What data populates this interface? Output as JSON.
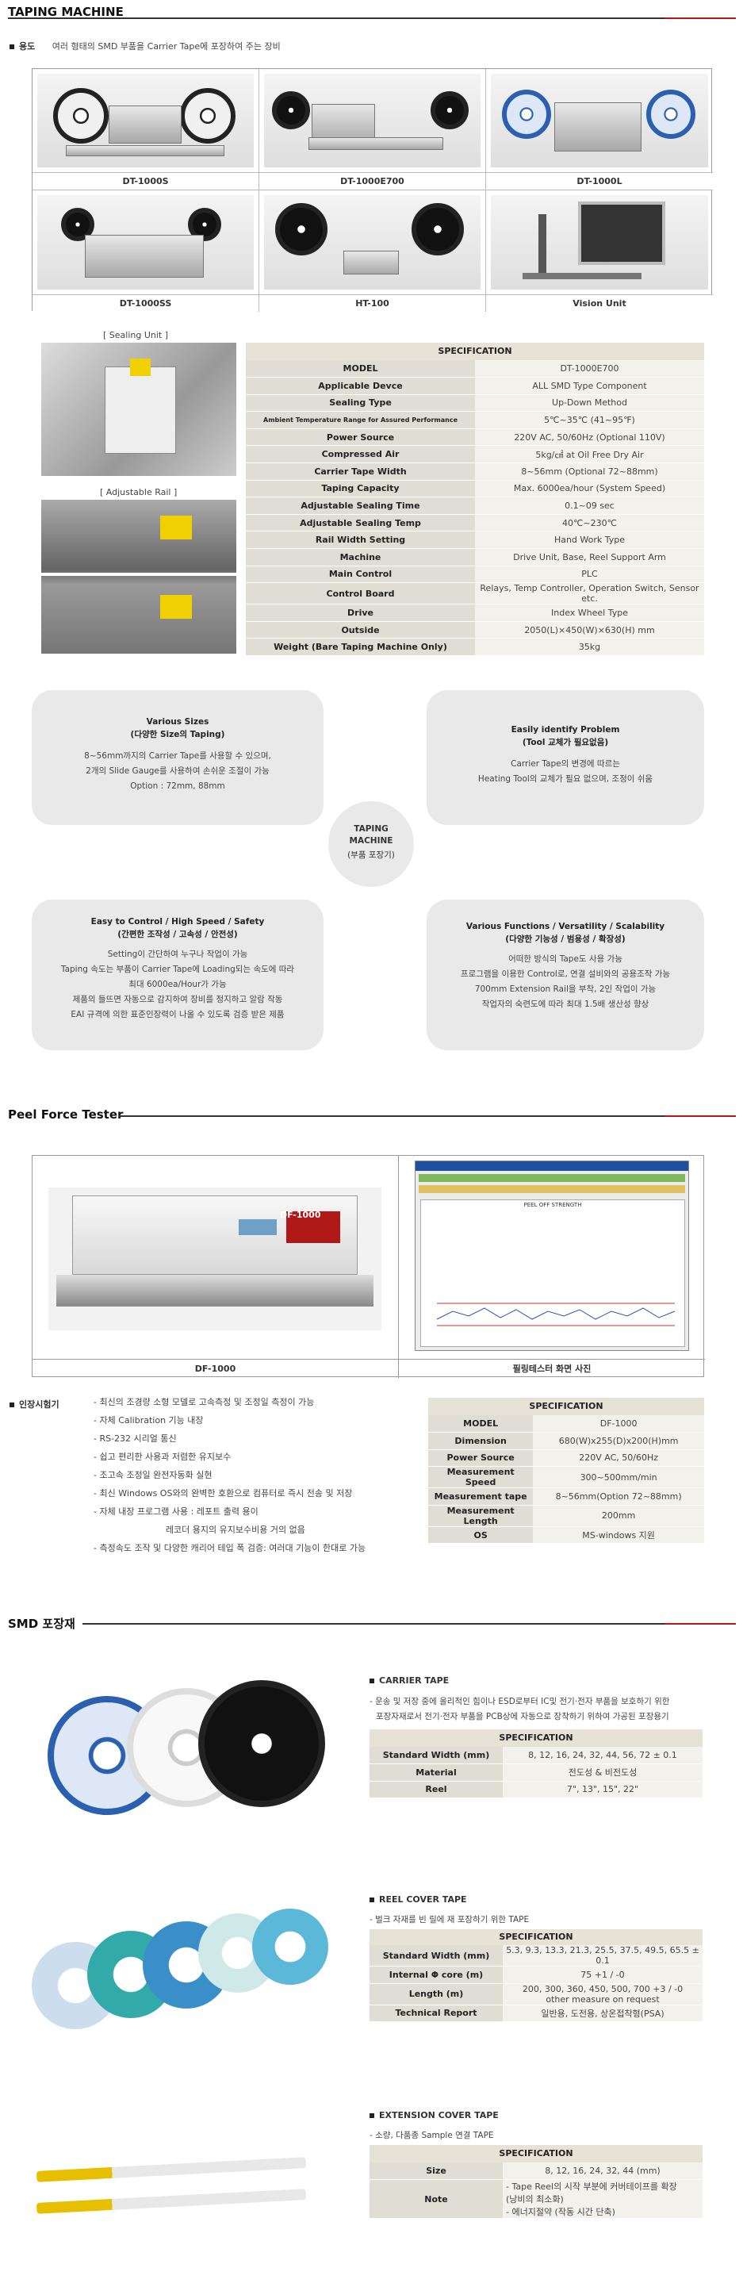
{
  "sections": {
    "taping_title": "TAPING MACHINE",
    "peel_title": "Peel Force Tester",
    "smd_title": "SMD 포장재"
  },
  "taping": {
    "usage_label": "용도",
    "usage_text": "여러 형태의 SMD 부품을 Carrier Tape에 포장하여 주는 장비",
    "models": [
      "DT-1000S",
      "DT-1000E700",
      "DT-1000L",
      "DT-1000SS",
      "HT-100",
      "Vision Unit"
    ],
    "sealing_unit_label": "[ Sealing Unit ]",
    "adjustable_rail_label": "[ Adjustable Rail ]",
    "spec_title": "SPECIFICATION",
    "spec_rows": [
      [
        "MODEL",
        "DT-1000E700"
      ],
      [
        "Applicable Devce",
        "ALL SMD Type Component"
      ],
      [
        "Sealing Type",
        "Up-Down Method"
      ],
      [
        "Ambient Temperature Range for Assured Performance",
        "5℃~35℃ (41~95℉)"
      ],
      [
        "Power Source",
        "220V AC, 50/60Hz (Optional 110V)"
      ],
      [
        "Compressed Air",
        "5kg/㎠ at Oil Free Dry Air"
      ],
      [
        "Carrier Tape Width",
        "8~56mm (Optional 72~88mm)"
      ],
      [
        "Taping Capacity",
        "Max. 6000ea/hour (System Speed)"
      ],
      [
        "Adjustable Sealing Time",
        "0.1~09 sec"
      ],
      [
        "Adjustable Sealing Temp",
        "40℃~230℃"
      ],
      [
        "Rail Width Setting",
        "Hand Work Type"
      ],
      [
        "Machine",
        "Drive Unit, Base, Reel Support Arm"
      ],
      [
        "Main Control",
        "PLC"
      ],
      [
        "Control Board",
        "Relays, Temp Controller, Operation Switch, Sensor etc."
      ],
      [
        "Drive",
        "Index Wheel Type"
      ],
      [
        "Outside",
        "2050(L)×450(W)×630(H) mm"
      ],
      [
        "Weight (Bare Taping Machine Only)",
        "35kg"
      ]
    ],
    "features": {
      "center": [
        "TAPING",
        "MACHINE",
        "(부품 포장기)"
      ],
      "tl": {
        "h": [
          "Various Sizes",
          "(다양한 Size의 Taping)"
        ],
        "t": [
          "8~56mm까지의 Carrier Tape를 사용할 수 있으며,",
          "2개의 Slide Gauge를 사용하여 손쉬운 조절이 가능",
          "Option : 72mm, 88mm"
        ]
      },
      "tr": {
        "h": [
          "Easily identify Problem",
          "(Tool 교체가 필요없음)"
        ],
        "t": [
          "Carrier Tape의 변경에 따르는",
          "Heating Tool의 교체가 필요 없으며,  조정이 쉬움"
        ]
      },
      "bl": {
        "h": [
          "Easy to Control / High Speed / Safety",
          "(간편한 조작성 / 고속성 / 안전성)"
        ],
        "t": [
          "Setting이 간단하여 누구나 작업이 가능",
          "Taping 속도는 부품이 Carrier Tape에 Loading되는 속도에 따라",
          "최대 6000ea/Hour가 가능",
          "제품의 들뜨면 자동으로 감지하여 장비를 정지하고 알람 작동",
          "EAI 규격에 의한 표준인장력이 나올 수 있도록 검증 받은 제품"
        ]
      },
      "br": {
        "h": [
          "Various Functions / Versatility / Scalability",
          "(다양한 기능성 / 범용성 / 확장성)"
        ],
        "t": [
          "어떠한 방식의 Tape도 사용 가능",
          "프로그램을 이용한 Control로, 연결 설비와의 공용조작 가능",
          "700mm Extension Rail을 부착, 2인 작업이 가능",
          "작업자의 숙련도에 따라 최대 1.5배 생산성 향상"
        ]
      }
    }
  },
  "peel": {
    "caption_left": "DF-1000",
    "caption_right": "필링테스터 화면 사진",
    "device_label": "DF-1000",
    "screen_title": "PEEL OFF STRENGTH",
    "cert_label": "인장시험기",
    "bullets": [
      "최신의 조경량 소형 모델로 고속측정 및 조정일 측정이 가능",
      "자체 Calibration 기능 내장",
      "RS-232 시리얼 통신",
      "쉽고 편리한 사용과 저렴한 유지보수",
      "조고속 조정일 완전자동화 실현",
      "최신 Windows OS와의 완벽한 호환으로 컴퓨터로 즉시 전송 및 저장",
      "자체 내장 프로그램 사용 :  레포트 출력 용이",
      "레코더 용지의 유지보수비용 거의 없음",
      "측정속도 조작 및 다양한 캐리어 테입 폭 검증: 여러대 기능이 한대로 가능"
    ],
    "spec_title": "SPECIFICATION",
    "spec_rows": [
      [
        "MODEL",
        "DF-1000"
      ],
      [
        "Dimension",
        "680(W)x255(D)x200(H)mm"
      ],
      [
        "Power Source",
        "220V AC, 50/60Hz"
      ],
      [
        "Measurement Speed",
        "300~500mm/min"
      ],
      [
        "Measurement tape",
        "8~56mm(Option 72~88mm)"
      ],
      [
        "Measurement Length",
        "200mm"
      ],
      [
        "OS",
        "MS-windows 지원"
      ]
    ]
  },
  "smd": {
    "carrier": {
      "title": "CARRIER TAPE",
      "desc": [
        "- 운송 및 저장 중에 올리적인 힘이나 ESD로부터 IC및 전기·전자 부품을 보호하기 위한",
        "포장자재로서 전기·전자 부품을 PCB상에 자동으로 장착하기 위하여 가공된 포장용기"
      ],
      "spec_title": "SPECIFICATION",
      "rows": [
        [
          "Standard Width (mm)",
          "8, 12, 16, 24, 32, 44, 56, 72 ± 0.1"
        ],
        [
          "Material",
          "전도성 & 비전도성"
        ],
        [
          "Reel",
          "7\", 13\", 15\", 22\""
        ]
      ]
    },
    "reel_cover": {
      "title": "REEL COVER TAPE",
      "desc": [
        "- 벌크 자재를 빈 릴에 재 포장하기 위한 TAPE"
      ],
      "spec_title": "SPECIFICATION",
      "rows": [
        [
          "Standard Width (mm)",
          "5.3, 9.3, 13.3, 21.3, 25.5, 37.5, 49.5, 65.5 ± 0.1"
        ],
        [
          "Internal Φ core (m)",
          "75 +1 / -0"
        ],
        [
          "Length (m)",
          "200, 300, 360, 450, 500, 700 +3 / -0",
          "other measure on request"
        ],
        [
          "Technical Report",
          "일반용, 도전용, 상온접착형(PSA)"
        ]
      ]
    },
    "extension": {
      "title": "EXTENSION COVER TAPE",
      "desc": [
        "- 소량, 다품종 Sample 연결 TAPE"
      ],
      "spec_title": "SPECIFICATION",
      "rows": [
        [
          "Size",
          "8, 12, 16, 24, 32, 44 (mm)"
        ],
        [
          "Note",
          "- Tape Reel의 시작 부분에 커버테이프를 확장",
          "  (낭비의 최소화)",
          "- 에너지절약 (작동 시간 단축)"
        ]
      ]
    }
  },
  "colors": {
    "accent_red": "#b01818",
    "spec_key": "#e0ded4",
    "spec_val": "#f2f1ec"
  }
}
